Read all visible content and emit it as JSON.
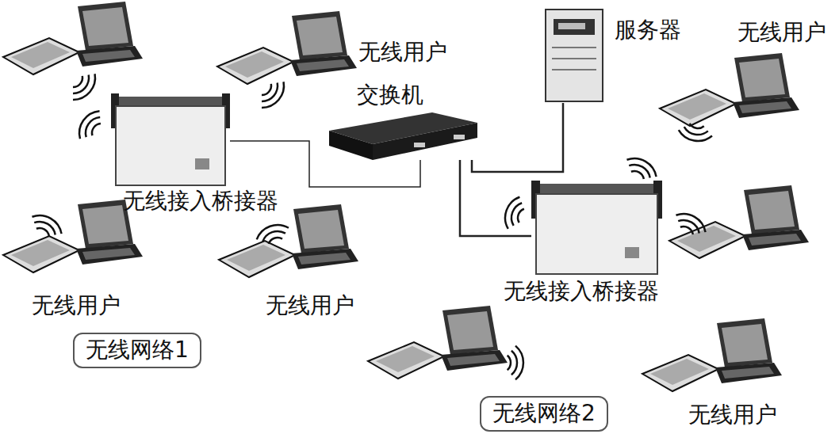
{
  "diagram": {
    "nodes": [
      {
        "text": [
          "交换机"
        ]
      },
      {
        "text": [
          "服务器"
        ]
      },
      {
        "text": [
          "无线接入桥接器"
        ]
      },
      {
        "text": [
          "无线接入桥接器"
        ]
      },
      {
        "text": [
          "无线网络1"
        ]
      },
      {
        "text": [
          "无线网络2"
        ]
      }
    ],
    "edges": [
      {
        "from": 0,
        "to": 2,
        "arrow": "none"
      },
      {
        "from": 0,
        "to": 3,
        "arrow": "none"
      },
      {
        "from": 0,
        "to": 1,
        "arrow": "none"
      }
    ],
    "labels": [
      "无线用户",
      "无线用户",
      "无线用户",
      "无线用户",
      "无线用户"
    ]
  }
}
